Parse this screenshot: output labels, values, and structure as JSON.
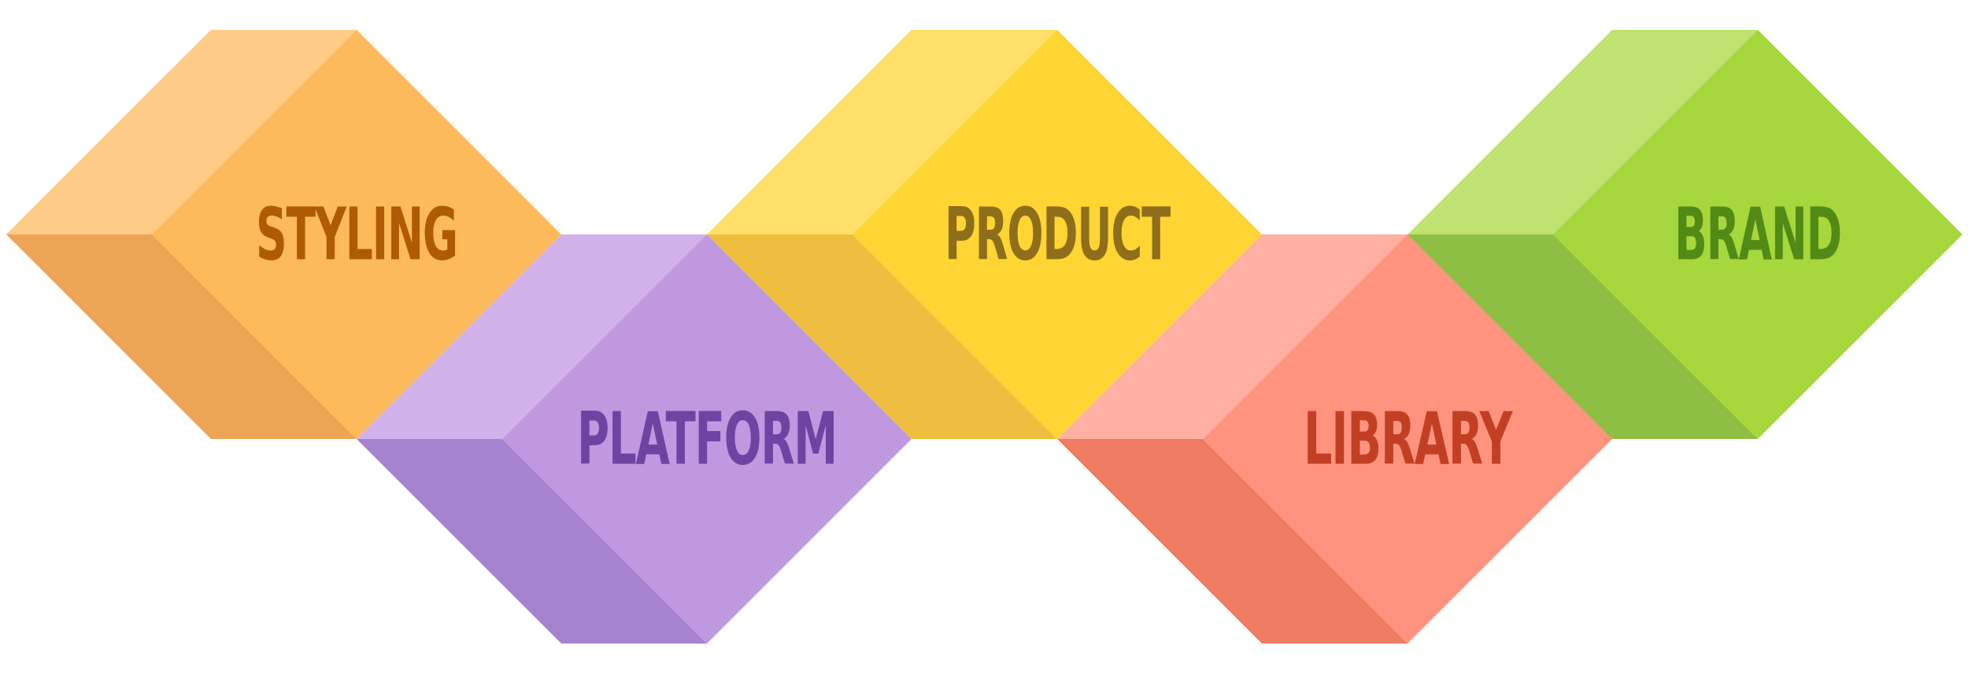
{
  "diagram": {
    "hexagons": [
      {
        "id": "styling",
        "label": "STYLING",
        "colors": {
          "light": "#FDCB86",
          "main": "#FDBA5A",
          "shadow": "#EDA455",
          "text": "#AF5A04"
        }
      },
      {
        "id": "platform",
        "label": "PLATFORM",
        "colors": {
          "light": "#D0B1EA",
          "main": "#BF98E0",
          "shadow": "#A683CE",
          "text": "#6C45A3"
        }
      },
      {
        "id": "product",
        "label": "PRODUCT",
        "colors": {
          "light": "#FEE068",
          "main": "#FED532",
          "shadow": "#EEBF3E",
          "text": "#8E6E1B"
        }
      },
      {
        "id": "library",
        "label": "LIBRARY",
        "colors": {
          "light": "#FFB0A2",
          "main": "#FF937E",
          "shadow": "#EF7C60",
          "text": "#C23F23"
        }
      },
      {
        "id": "brand",
        "label": "BRAND",
        "colors": {
          "light": "#C0E270",
          "main": "#A6D73C",
          "shadow": "#8FBE44",
          "text": "#528A16"
        }
      }
    ]
  }
}
